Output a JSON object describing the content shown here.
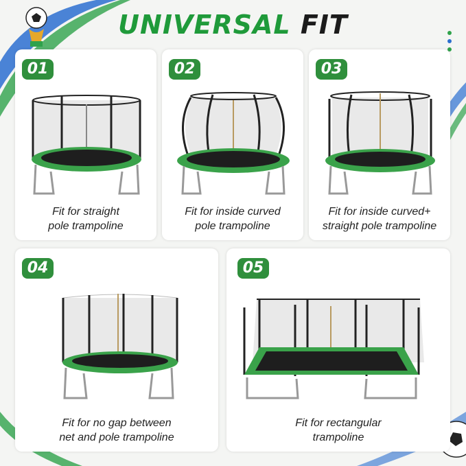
{
  "header": {
    "title_part1": "UNIVERSAL",
    "title_part2": "FIT"
  },
  "colors": {
    "brand_green": "#2f8f3c",
    "title_green": "#1f9a3a",
    "pad_green": "#3aa24a",
    "net_black": "#222222"
  },
  "icons": {
    "logo": "soccer-trophy-icon"
  },
  "cards": [
    {
      "number": "01",
      "line1": "Fit for straight",
      "line2": "pole trampoline"
    },
    {
      "number": "02",
      "line1": "Fit for inside curved",
      "line2": "pole trampoline"
    },
    {
      "number": "03",
      "line1": "Fit for inside curved+",
      "line2": "straight pole trampoline"
    },
    {
      "number": "04",
      "line1": "Fit for no gap between",
      "line2": "net and pole trampoline"
    },
    {
      "number": "05",
      "line1": "Fit for rectangular",
      "line2": "trampoline"
    }
  ]
}
